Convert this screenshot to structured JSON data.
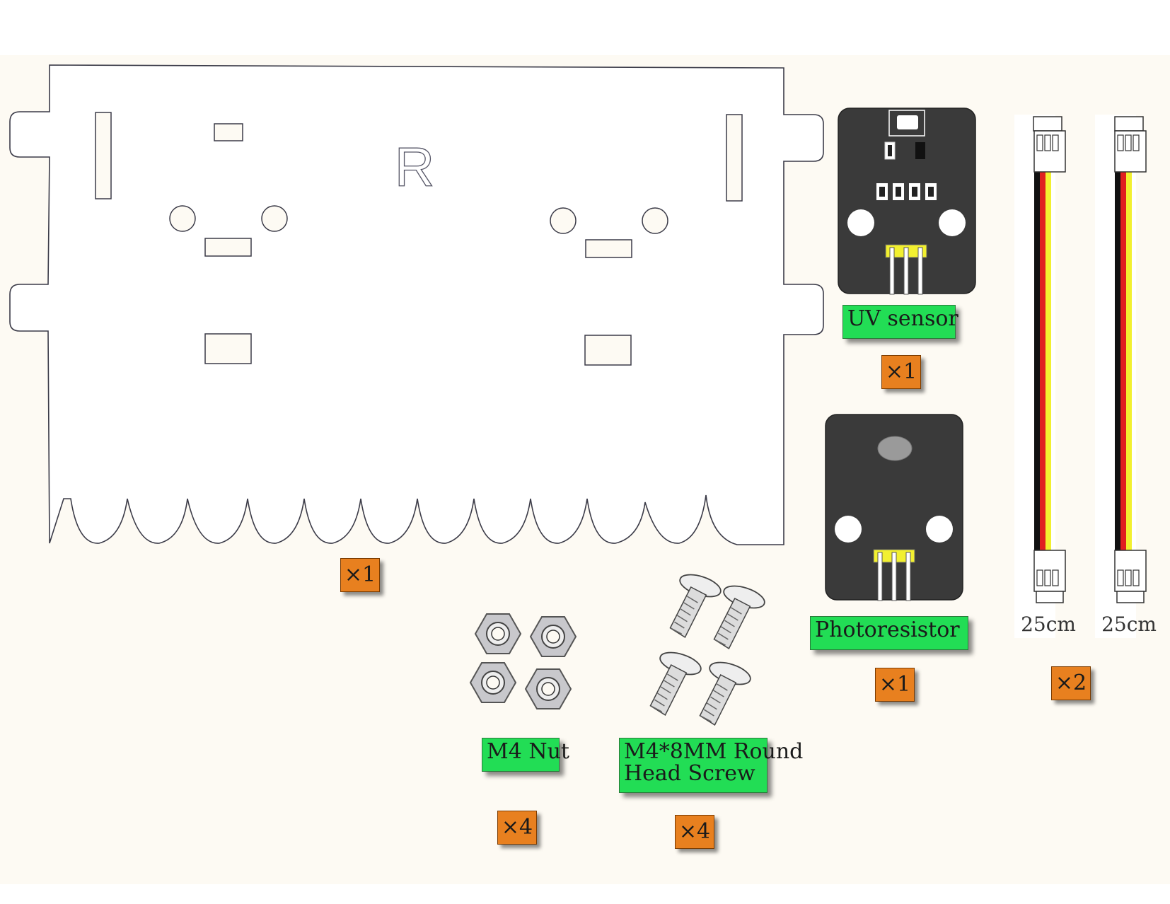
{
  "board": {
    "letter": "R",
    "quantity": "×1"
  },
  "uv_sensor": {
    "label": "UV sensor",
    "quantity": "×1"
  },
  "photoresistor": {
    "label": "Photoresistor",
    "quantity": "×1"
  },
  "cables": {
    "length_left": "25cm",
    "length_right": "25cm",
    "quantity": "×2",
    "wire_colors": [
      "#111111",
      "#e02020",
      "#f2f030"
    ]
  },
  "nut": {
    "label": "M4 Nut",
    "quantity": "×4"
  },
  "screw": {
    "label_line1": "M4*8MM Round",
    "label_line2": "Head Screw",
    "quantity": "×4"
  },
  "colors": {
    "background": "#fdfaf3",
    "label_green": "#22dd55",
    "quantity_orange": "#e8801f",
    "module_body": "#3a3a3a"
  }
}
